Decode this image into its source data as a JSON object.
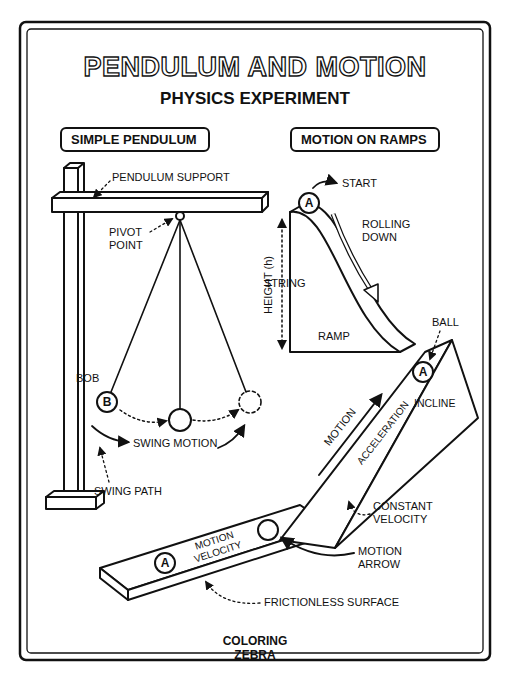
{
  "diagram": {
    "title": "PENDULUM AND MOTION",
    "nodes": [
      {
        "text": [
          "SIMPLE PENDULUM"
        ]
      },
      {
        "text": [
          "MOTION ON RAMPS"
        ]
      },
      {
        "text": [
          "B"
        ]
      },
      {
        "text": [
          "A"
        ]
      },
      {
        "text": [
          "A"
        ]
      },
      {
        "text": [
          "A"
        ]
      }
    ],
    "labels": [
      "PHYSICS EXPERIMENT",
      "PENDULUM SUPPORT",
      "PIVOT POINT",
      "STRING",
      "BOB",
      "SWING MOTION",
      "SWING PATH",
      "START",
      "ROLLING DOWN",
      "HEIGHT (h)",
      "RAMP",
      "BALL",
      "MOTION",
      "ACCELERATION",
      "INCLINE",
      "CONSTANT VELOCITY",
      "MOTION VELOCITY",
      "MOTION ARROW",
      "FRICTIONLESS SURFACE",
      "COLORING ZEBRA"
    ]
  }
}
